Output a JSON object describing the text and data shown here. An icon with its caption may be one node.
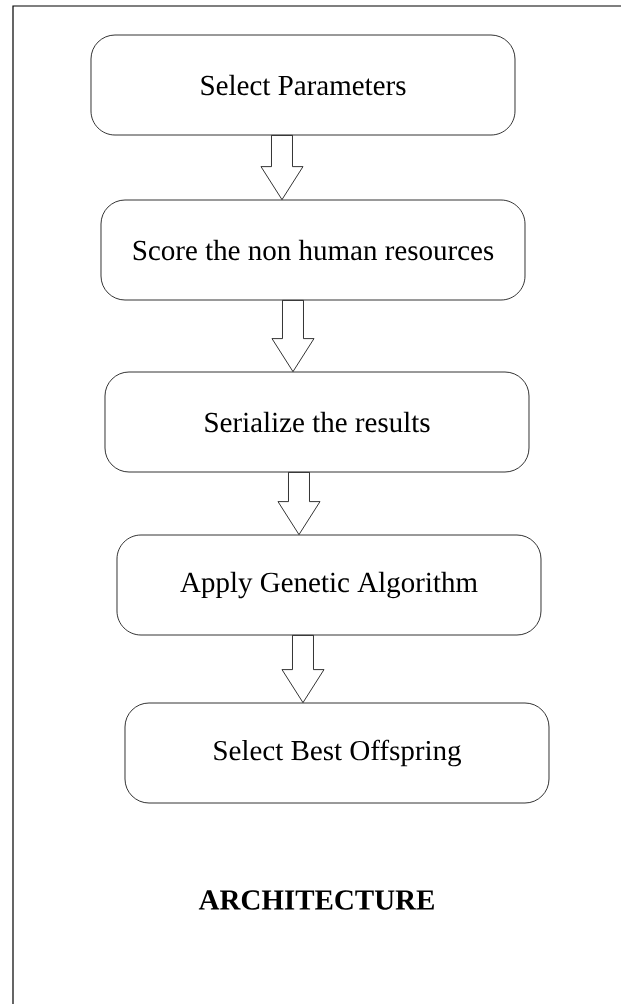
{
  "diagram": {
    "caption": "ARCHITECTURE",
    "nodes": [
      {
        "text": [
          "Select Parameters"
        ]
      },
      {
        "text": [
          "Score the non human resources"
        ]
      },
      {
        "text": [
          "Serialize the results"
        ]
      },
      {
        "text": [
          "Apply Genetic Algorithm"
        ]
      },
      {
        "text": [
          "Select Best Offspring"
        ]
      }
    ],
    "edges": [
      {
        "from": 0,
        "to": 1,
        "arrow": "to"
      },
      {
        "from": 1,
        "to": 2,
        "arrow": "to"
      },
      {
        "from": 2,
        "to": 3,
        "arrow": "to"
      },
      {
        "from": 3,
        "to": 4,
        "arrow": "to"
      }
    ]
  }
}
